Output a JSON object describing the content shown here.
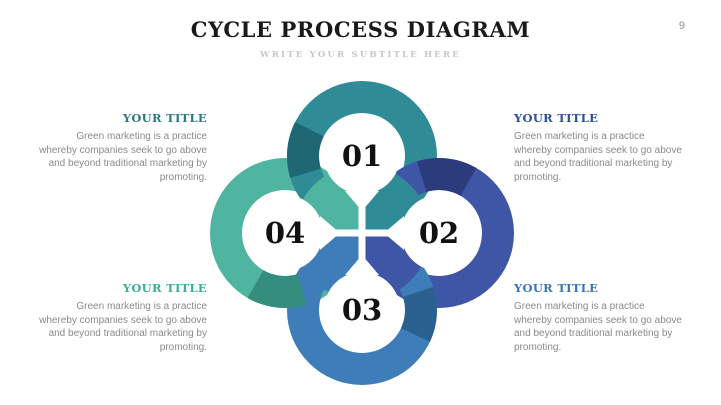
{
  "slide": {
    "page_number": "9",
    "title": "CYCLE PROCESS DIAGRAM",
    "subtitle": "WRITE YOUR SUBTITLE HERE",
    "background_color": "#FFFFFF"
  },
  "diagram": {
    "type": "cycle-process",
    "cross_color": "#FFFFFF",
    "number_color": "#111111",
    "rings": [
      {
        "number": "01",
        "position": "top",
        "color": "#2F8C96",
        "overlap_color": "#1E6874"
      },
      {
        "number": "02",
        "position": "right",
        "color": "#3F55A6",
        "overlap_color": "#2B3B7C"
      },
      {
        "number": "03",
        "position": "bottom",
        "color": "#3E7DB7",
        "overlap_color": "#2B6191"
      },
      {
        "number": "04",
        "position": "left",
        "color": "#4FB5A0",
        "overlap_color": "#338E7E"
      }
    ]
  },
  "text_blocks": [
    {
      "position": "top-left",
      "title": "YOUR TITLE",
      "title_color": "#2A7A81",
      "body": "Green marketing is a practice\nwhereby companies seek to go above\nand beyond traditional marketing by\npromoting."
    },
    {
      "position": "top-right",
      "title": "YOUR TITLE",
      "title_color": "#2C4FA3",
      "body": "Green marketing is a practice\nwhereby companies seek to go above\nand beyond traditional marketing by\npromoting."
    },
    {
      "position": "bottom-left",
      "title": "YOUR TITLE",
      "title_color": "#3DAE93",
      "body": "Green marketing is a practice\nwhereby companies seek to go above\nand beyond traditional marketing by\npromoting."
    },
    {
      "position": "bottom-right",
      "title": "YOUR TITLE",
      "title_color": "#3B74B4",
      "body": "Green marketing is a practice\nwhereby companies seek to go above\nand beyond traditional marketing by\npromoting."
    }
  ]
}
